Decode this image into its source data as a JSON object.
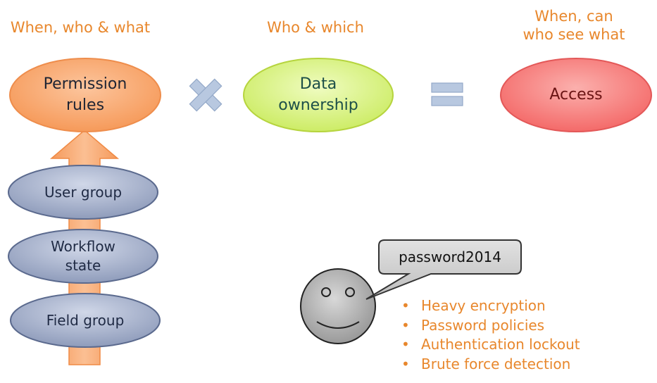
{
  "captions": {
    "permission": "When, who & what",
    "ownership": "Who & which",
    "access_line1": "When, can",
    "access_line2": "who see what"
  },
  "nodes": {
    "permission_line1": "Permission",
    "permission_line2": "rules",
    "ownership_line1": "Data",
    "ownership_line2": "ownership",
    "access": "Access"
  },
  "inputs": {
    "user_group": "User group",
    "workflow_line1": "Workflow",
    "workflow_line2": "state",
    "field_group": "Field group"
  },
  "operators": {
    "multiply": "multiply-icon",
    "equals": "equals-icon"
  },
  "speech": {
    "bubble": "password2014"
  },
  "security": {
    "items": [
      "Heavy encryption",
      "Password policies",
      "Authentication lockout",
      "Brute force detection"
    ]
  },
  "colors": {
    "caption": "#e8872c",
    "permission_fill": "#f9a56a",
    "ownership_fill": "#d6f07c",
    "access_fill": "#f77a78",
    "input_fill": "#9aa7c4",
    "operator": "#b8c8e0"
  }
}
